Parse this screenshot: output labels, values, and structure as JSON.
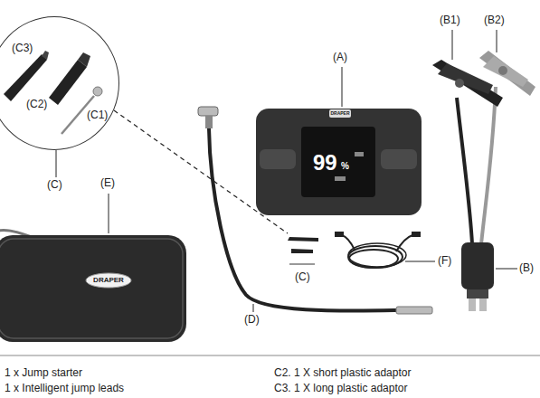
{
  "diagram": {
    "nodes": [
      {
        "text": [
          "(C3)",
          "(C2)",
          "(C1)"
        ]
      }
    ],
    "labels": [
      "(A)",
      "(B1)",
      "(B2)",
      "(B)",
      "(C)",
      "(E)",
      "(C)",
      "(D)",
      "(F)",
      "99",
      "%",
      "DRAPER",
      "DRAPER",
      "1 x Jump starter",
      "1 x Intelligent jump leads",
      "C2. 1 X short plastic adaptor",
      "C3. 1 X long plastic adaptor"
    ]
  }
}
